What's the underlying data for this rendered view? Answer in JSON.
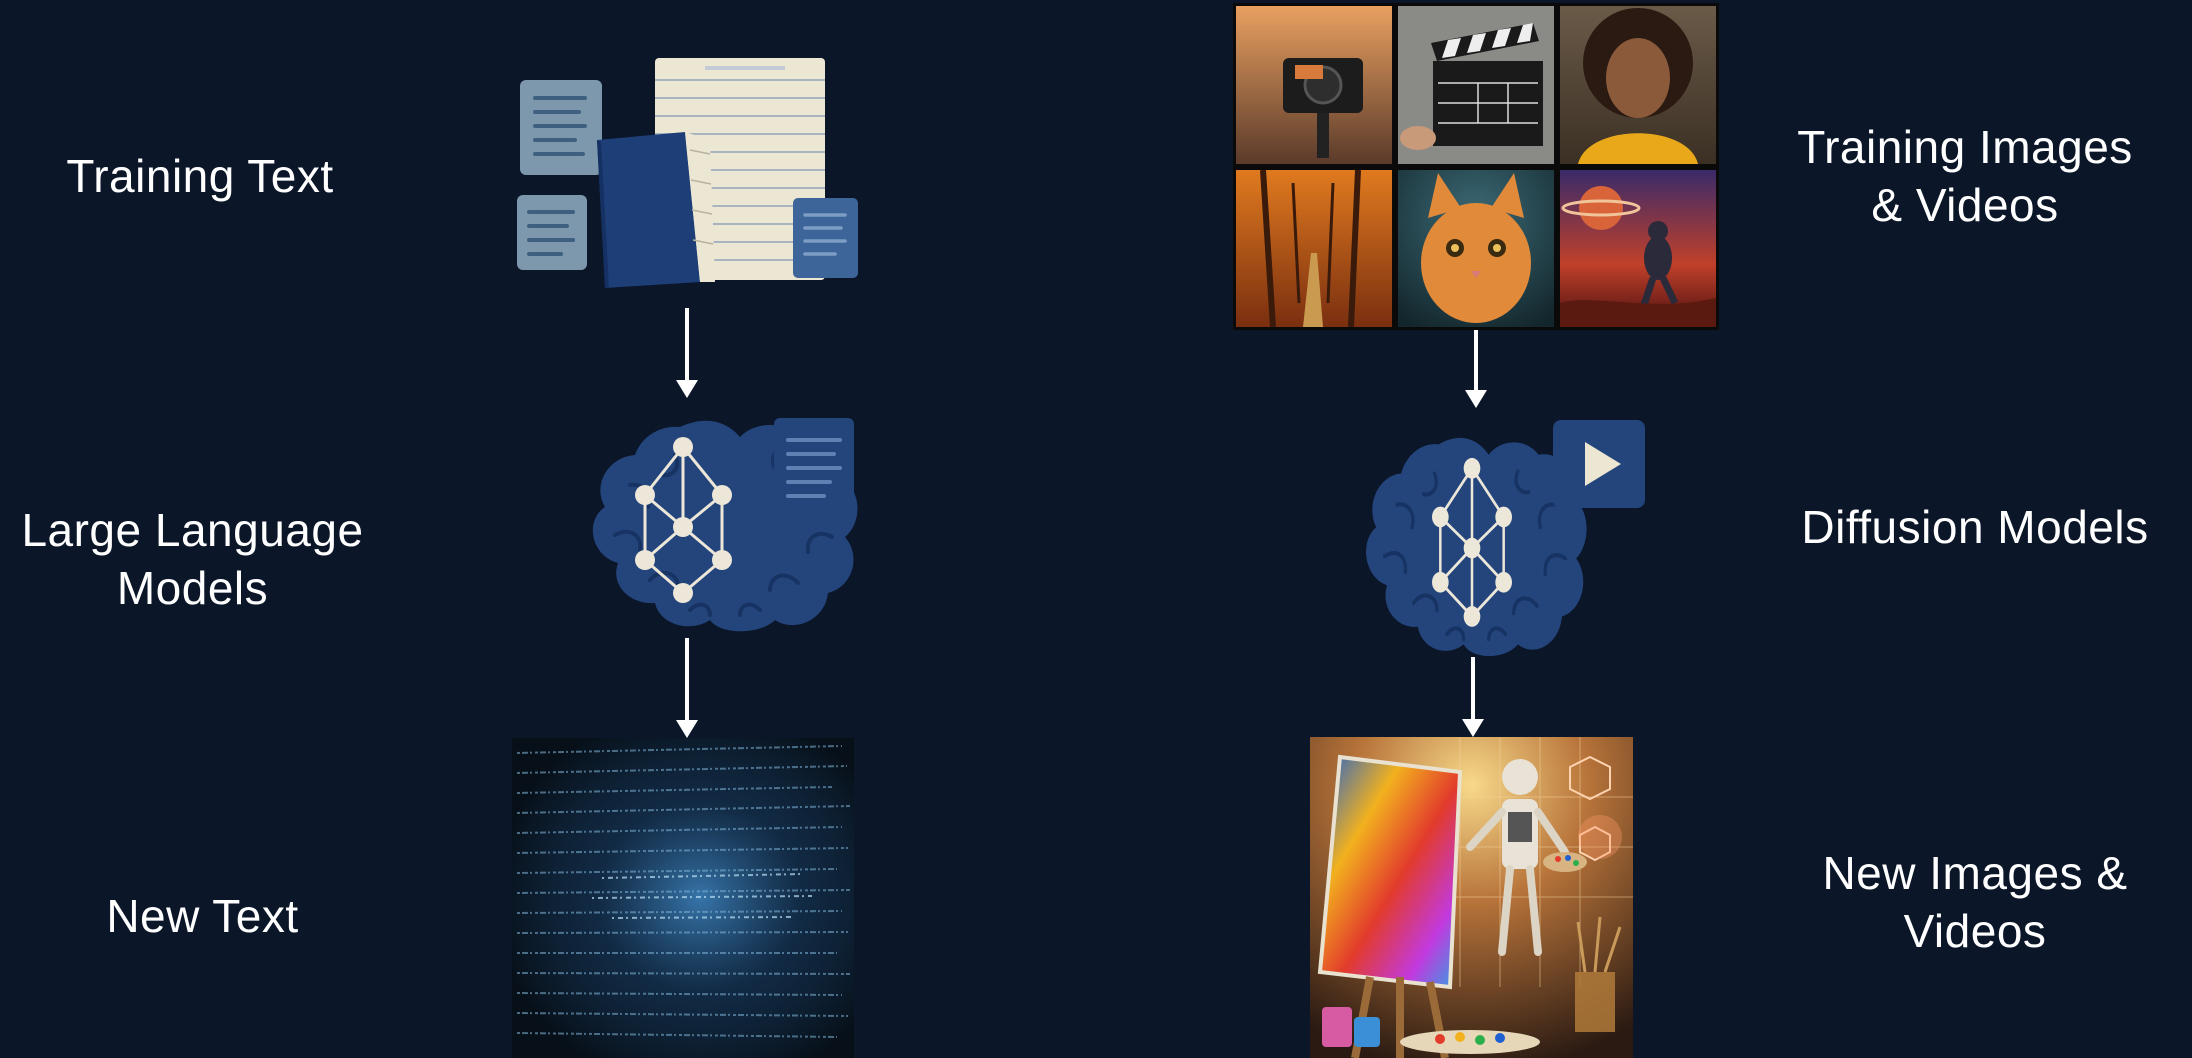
{
  "left_column": {
    "training_label": "Training Text",
    "model_label": "Large Language\nModels",
    "output_label": "New Text"
  },
  "right_column": {
    "training_label": "Training Images\n& Videos",
    "model_label": "Diffusion Models",
    "output_label": "New Images &\nVideos"
  },
  "colors": {
    "background": "#0b1629",
    "brain": "#24457c",
    "node": "#ece7d8",
    "document": "#7895ad",
    "book_cover": "#1e3e78",
    "paper": "#ece7d3"
  },
  "icons": {
    "training_text": "books-and-documents-icon",
    "llm": "brain-network-icon",
    "llm_badge": "document-icon",
    "diffusion": "brain-network-icon",
    "diffusion_badge": "play-icon",
    "arrow": "arrow-down-icon"
  }
}
